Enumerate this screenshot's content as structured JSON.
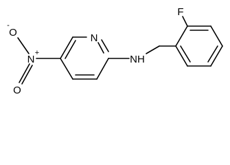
{
  "molecule": {
    "atoms": {
      "fluorine": "F",
      "amine": "NH",
      "ring_nitrogen": "N",
      "nitro_nitrogen": "N",
      "nitro_oxygen_top": "O",
      "nitro_oxygen_bottom": "O"
    },
    "charges": {
      "oxygen_minus": "-",
      "nitrogen_plus": "+"
    }
  }
}
